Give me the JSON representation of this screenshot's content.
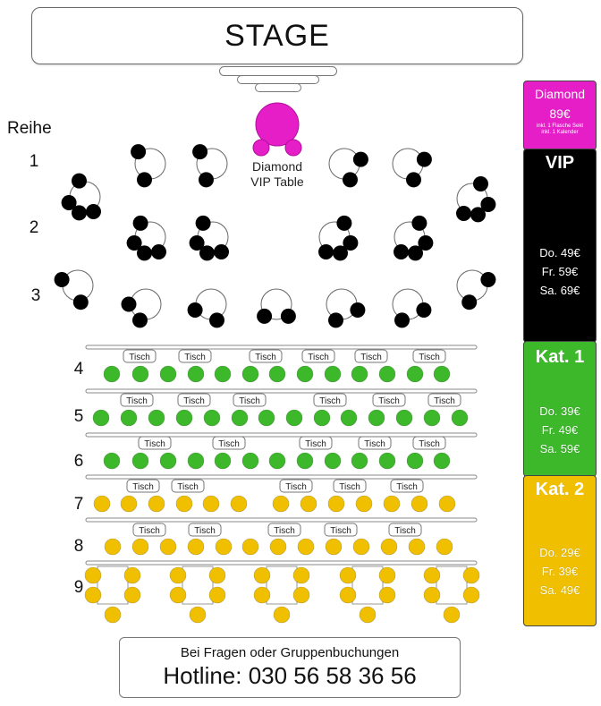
{
  "stage": {
    "label": "STAGE"
  },
  "row_header": "Reihe",
  "rows": [
    "1",
    "2",
    "3",
    "4",
    "5",
    "6",
    "7",
    "8",
    "9"
  ],
  "diamond_table": {
    "label_line1": "Diamond",
    "label_line2": "VIP Table"
  },
  "table_label": "Tisch",
  "categories": {
    "diamond": {
      "title": "Diamond",
      "price": "89€",
      "note1": "inkl. 1 Flasche Sekt",
      "note2": "inkl. 1 Kalender",
      "color": "#e61ec8"
    },
    "vip": {
      "title": "VIP",
      "prices": [
        "Do. 49€",
        "Fr. 59€",
        "Sa. 69€"
      ],
      "color": "#000000"
    },
    "kat1": {
      "title": "Kat. 1",
      "prices": [
        "Do. 39€",
        "Fr. 49€",
        "Sa. 59€"
      ],
      "color": "#3cb82a"
    },
    "kat2": {
      "title": "Kat. 2",
      "prices": [
        "Do. 29€",
        "Fr. 39€",
        "Sa. 49€"
      ],
      "color": "#f0c000"
    }
  },
  "hotline": {
    "line1": "Bei Fragen oder Gruppenbuchungen",
    "line2": "Hotline: 030 56 58 36 56"
  }
}
